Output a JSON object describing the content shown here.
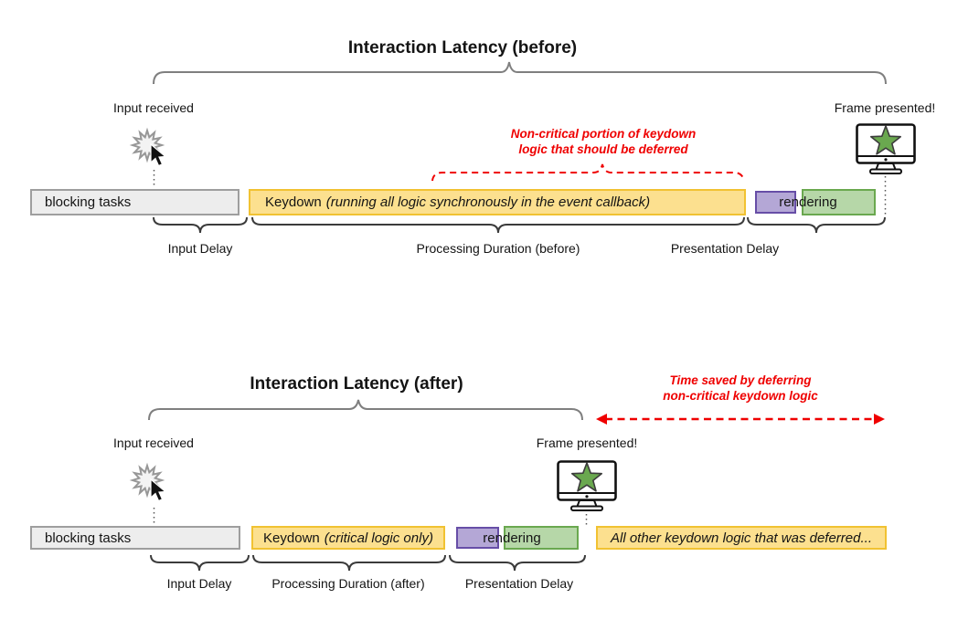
{
  "colors": {
    "bar_yellow_fill": "#fce08f",
    "bar_yellow_border": "#f1c232",
    "bar_purple_fill": "#b4a7d6",
    "bar_purple_border": "#674ea7",
    "bar_green_fill": "#b6d7a8",
    "bar_green_border": "#6aa84f",
    "bar_gray_fill": "#ededed",
    "bar_gray_border": "#9e9e9e",
    "annotation_red": "#ef0000",
    "star_green": "#6aa84f"
  },
  "icons": {
    "input_marker": "click-burst-icon",
    "pointer": "mouse-cursor-icon",
    "frame_marker": "monitor-star-icon"
  },
  "before": {
    "title": "Interaction Latency (before)",
    "input_received": "Input received",
    "frame_presented": "Frame presented!",
    "annotation_line1": "Non-critical portion of keydown",
    "annotation_line2": "logic that should be deferred",
    "bars": {
      "blocking": "blocking tasks",
      "keydown_prefix": "Keydown",
      "keydown_detail": "(running all logic synchronously in the event callback)",
      "rendering": "rendering"
    },
    "labels": {
      "input_delay": "Input Delay",
      "processing": "Processing Duration (before)",
      "presentation": "Presentation Delay"
    }
  },
  "after": {
    "title": "Interaction Latency (after)",
    "input_received": "Input received",
    "frame_presented": "Frame presented!",
    "annotation_line1": "Time saved by deferring",
    "annotation_line2": "non-critical keydown logic",
    "bars": {
      "blocking": "blocking tasks",
      "keydown_prefix": "Keydown",
      "keydown_detail": "(critical logic only)",
      "rendering": "rendering",
      "deferred": "All other keydown logic that was deferred..."
    },
    "labels": {
      "input_delay": "Input Delay",
      "processing": "Processing Duration (after)",
      "presentation": "Presentation Delay"
    }
  }
}
